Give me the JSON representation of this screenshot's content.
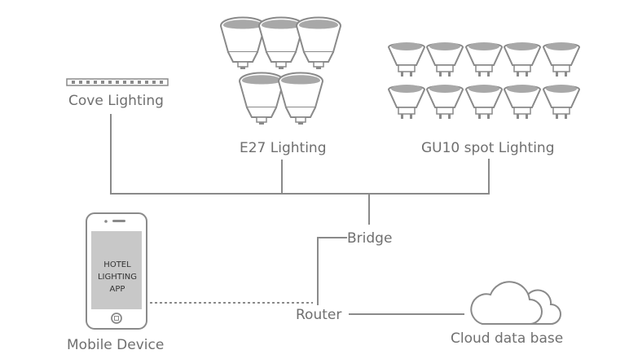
{
  "labels": {
    "cove": "Cove Lighting",
    "e27": "E27 Lighting",
    "gu10": "GU10 spot Lighting",
    "bridge": "Bridge",
    "router": "Router",
    "mobile": "Mobile Device",
    "cloud": "Cloud data base"
  },
  "app": {
    "line1": "HOTEL",
    "line2": "LIGHTING",
    "line3": "APP"
  },
  "colors": {
    "line": "#8a8a8a",
    "text": "#6f6f6f",
    "screen": "#c8c8c8",
    "bulb_cap": "#a0a0a0"
  },
  "icons": [
    "led-strip-icon",
    "e27-bulb-icon",
    "gu10-spot-icon",
    "smartphone-icon",
    "cloud-icon"
  ]
}
